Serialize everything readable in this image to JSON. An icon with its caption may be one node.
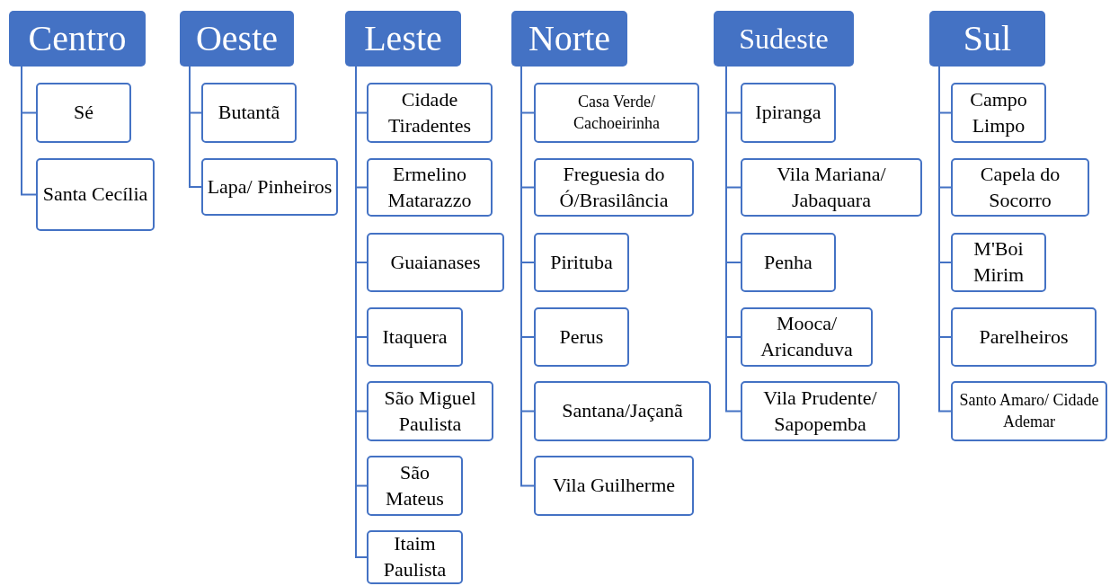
{
  "diagram": {
    "nodes": [
      {
        "text": [
          "Centro"
        ]
      },
      {
        "text": [
          "Sé"
        ]
      },
      {
        "text": [
          "Santa Cecília"
        ]
      },
      {
        "text": [
          "Oeste"
        ]
      },
      {
        "text": [
          "Butantã"
        ]
      },
      {
        "text": [
          "Lapa/ Pinheiros"
        ]
      },
      {
        "text": [
          "Leste"
        ]
      },
      {
        "text": [
          "Cidade Tiradentes"
        ]
      },
      {
        "text": [
          "Ermelino Matarazzo"
        ]
      },
      {
        "text": [
          "Guaianases"
        ]
      },
      {
        "text": [
          "Itaquera"
        ]
      },
      {
        "text": [
          "São Miguel Paulista"
        ]
      },
      {
        "text": [
          "São Mateus"
        ]
      },
      {
        "text": [
          "Itaim Paulista"
        ]
      },
      {
        "text": [
          "Norte"
        ]
      },
      {
        "text": [
          "Casa Verde/ Cachoeirinha"
        ]
      },
      {
        "text": [
          "Freguesia do Ó/Brasilância"
        ]
      },
      {
        "text": [
          "Pirituba"
        ]
      },
      {
        "text": [
          "Perus"
        ]
      },
      {
        "text": [
          "Santana/Jaçanã"
        ]
      },
      {
        "text": [
          "Vila Guilherme"
        ]
      },
      {
        "text": [
          "Sudeste"
        ]
      },
      {
        "text": [
          "Ipiranga"
        ]
      },
      {
        "text": [
          "Vila Mariana/ Jabaquara"
        ]
      },
      {
        "text": [
          "Penha"
        ]
      },
      {
        "text": [
          "Mooca/ Aricanduva"
        ]
      },
      {
        "text": [
          "Vila Prudente/ Sapopemba"
        ]
      },
      {
        "text": [
          "Sul"
        ]
      },
      {
        "text": [
          "Campo Limpo"
        ]
      },
      {
        "text": [
          "Capela do Socorro"
        ]
      },
      {
        "text": [
          "M'Boi Mirim"
        ]
      },
      {
        "text": [
          "Parelheiros"
        ]
      },
      {
        "text": [
          "Santo Amaro/ Cidade Ademar"
        ]
      }
    ],
    "edges": [
      {
        "from": 0,
        "to": 1,
        "arrow": "none"
      },
      {
        "from": 0,
        "to": 2,
        "arrow": "none"
      },
      {
        "from": 3,
        "to": 4,
        "arrow": "none"
      },
      {
        "from": 3,
        "to": 5,
        "arrow": "none"
      },
      {
        "from": 6,
        "to": 7,
        "arrow": "none"
      },
      {
        "from": 6,
        "to": 8,
        "arrow": "none"
      },
      {
        "from": 6,
        "to": 9,
        "arrow": "none"
      },
      {
        "from": 6,
        "to": 10,
        "arrow": "none"
      },
      {
        "from": 6,
        "to": 11,
        "arrow": "none"
      },
      {
        "from": 6,
        "to": 12,
        "arrow": "none"
      },
      {
        "from": 6,
        "to": 13,
        "arrow": "none"
      },
      {
        "from": 14,
        "to": 15,
        "arrow": "none"
      },
      {
        "from": 14,
        "to": 16,
        "arrow": "none"
      },
      {
        "from": 14,
        "to": 17,
        "arrow": "none"
      },
      {
        "from": 14,
        "to": 18,
        "arrow": "none"
      },
      {
        "from": 14,
        "to": 19,
        "arrow": "none"
      },
      {
        "from": 14,
        "to": 20,
        "arrow": "none"
      },
      {
        "from": 21,
        "to": 22,
        "arrow": "none"
      },
      {
        "from": 21,
        "to": 23,
        "arrow": "none"
      },
      {
        "from": 21,
        "to": 24,
        "arrow": "none"
      },
      {
        "from": 21,
        "to": 25,
        "arrow": "none"
      },
      {
        "from": 21,
        "to": 26,
        "arrow": "none"
      },
      {
        "from": 27,
        "to": 28,
        "arrow": "none"
      },
      {
        "from": 27,
        "to": 29,
        "arrow": "none"
      },
      {
        "from": 27,
        "to": 30,
        "arrow": "none"
      },
      {
        "from": 27,
        "to": 31,
        "arrow": "none"
      },
      {
        "from": 27,
        "to": 32,
        "arrow": "none"
      }
    ]
  }
}
